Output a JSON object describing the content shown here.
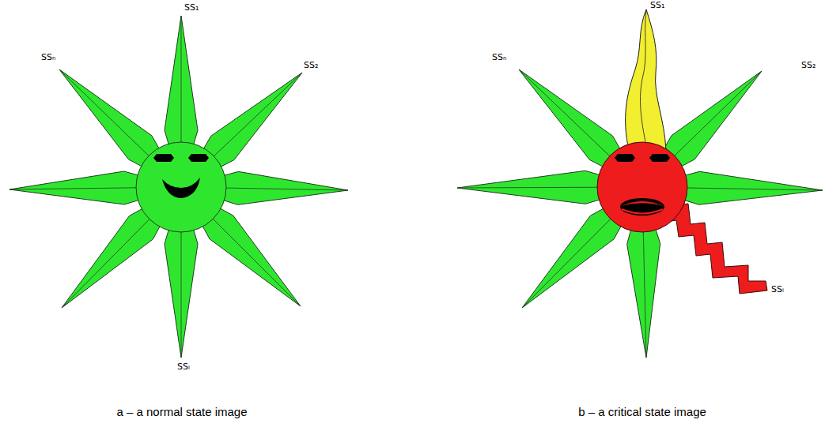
{
  "diagram": {
    "labels": [
      "SS₁",
      "SSₙ",
      "SS₂",
      "SSᵢ",
      "SS₁",
      "SSₙ",
      "SS₂",
      "SSᵢ",
      "a – a normal state image",
      "b – a critical state image"
    ]
  }
}
